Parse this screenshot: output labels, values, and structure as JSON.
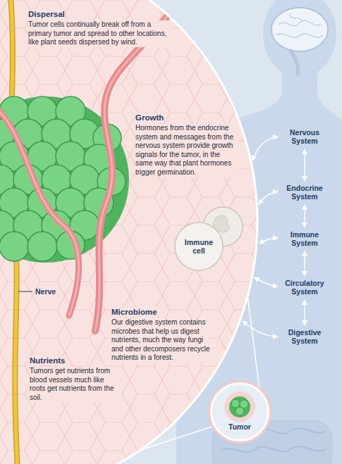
{
  "diagram": {
    "nodes": [
      {
        "text": [
          "Nervous System"
        ]
      },
      {
        "text": [
          "Endocrine System"
        ]
      },
      {
        "text": [
          "Immune System"
        ]
      },
      {
        "text": [
          "Circulatory System"
        ]
      },
      {
        "text": [
          "Digestive System"
        ]
      },
      {
        "text": [
          "Tumor"
        ]
      }
    ],
    "edges": [
      {
        "from": 0,
        "to": 1,
        "arrow": "both"
      },
      {
        "from": 1,
        "to": 2,
        "arrow": "both"
      },
      {
        "from": 2,
        "to": 3,
        "arrow": "both"
      },
      {
        "from": 3,
        "to": 4,
        "arrow": "both"
      }
    ],
    "labels": [
      "Dispersal",
      "Tumor cells continually break off from a primary tumor and spread to other locations, like plant seeds dispersed by wind.",
      "Growth",
      "Hormones from the endocrine system and messages from the nervous system provide growth signals for the tumor, in the same way that plant hormones trigger germination.",
      "Immune cell",
      "Nerve",
      "Microbiome",
      "Our digestive system contains microbes that help us digest nutrients, much the way fungi and other decomposers recycle nutrients in a forest.",
      "Nutrients",
      "Tumors get nutrients from blood vessels much like roots get nutrients from the soil."
    ]
  }
}
